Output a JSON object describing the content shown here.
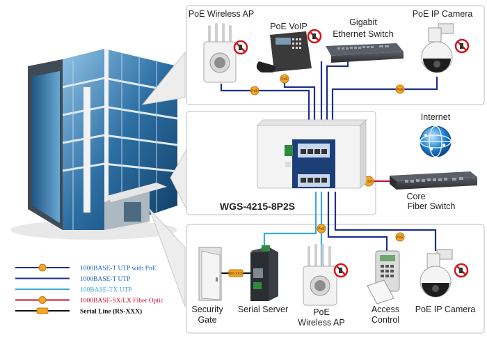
{
  "labels": {
    "poe_wireless_ap_top": "PoE Wireless AP",
    "poe_voip": "PoE VoIP",
    "gigabit_switch_line1": "Gigabit",
    "gigabit_switch_line2": "Ethernet Switch",
    "poe_ip_camera_top": "PoE IP Camera",
    "internet": "Internet",
    "device_model": "WGS-4215-8P2S",
    "core_line1": "Core",
    "core_line2": "Fiber Switch",
    "security_line1": "Security",
    "security_line2": "Gate",
    "serial_server": "Serial Server",
    "poe_ap_bottom_line1": "PoE",
    "poe_ap_bottom_line2": "Wireless AP",
    "access_line1": "Access",
    "access_line2": "Control",
    "poe_ip_camera_bottom": "PoE IP Camera"
  },
  "legend": [
    {
      "label": "1000BASE-T UTP with PoE",
      "color": "#1e2f8a",
      "text_color": "#1e64c8",
      "badge": "PoE"
    },
    {
      "label": "1000BASE-T UTP",
      "color": "#1e2f8a",
      "text_color": "#1e64c8",
      "badge": ""
    },
    {
      "label": "100BASE-TX UTP",
      "color": "#39a9dc",
      "text_color": "#39a9dc",
      "badge": ""
    },
    {
      "label": "1000BASE-SX/LX Fiber Optic",
      "color": "#c8102e",
      "text_color": "#c8102e",
      "badge": "1000"
    },
    {
      "label": "Serial Line (RS-XXX)",
      "color": "#111111",
      "text_color": "#111111",
      "badge": "serial"
    }
  ],
  "badges": {
    "poe": "PoE",
    "fiber": "1000",
    "serial": "RS-XXX"
  },
  "colors": {
    "poe_line": "#1e2f8a",
    "utp_line": "#1e2f8a",
    "tx_line": "#39a9dc",
    "fiber_line": "#c8102e",
    "serial_line": "#111111",
    "badge_fill": "#f5a623"
  }
}
